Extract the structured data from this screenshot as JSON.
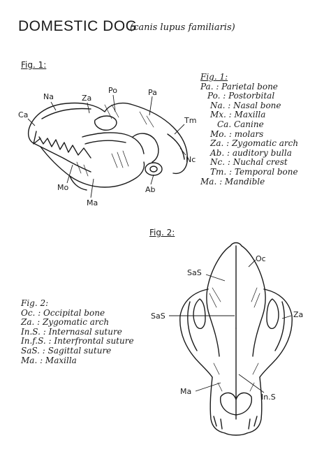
{
  "title": "DOMESTIC DOG",
  "subtitle": "(canis lupus familiaris)",
  "fig1": {
    "caption": "Fig. 1:",
    "labels": {
      "na": "Na",
      "za": "Za",
      "po": "Po",
      "pa": "Pa",
      "ca": "Ca",
      "tm": "Tm",
      "nc": "Nc",
      "mo": "Mo",
      "ma": "Ma",
      "ab": "Ab"
    },
    "legend_title": "Fig. 1:",
    "legend": [
      "Pa. : Parietal bone",
      "Po. : Postorbital",
      "Na. : Nasal bone",
      "Mx. : Maxilla",
      "Ca. Canine",
      "Mo. : molars",
      "Za. : Zygomatic arch",
      "Ab. : auditory bulla",
      "Nc. : Nuchal crest",
      "Tm. : Temporal bone",
      "Ma. : Mandible"
    ]
  },
  "fig2": {
    "caption": "Fig. 2:",
    "labels": {
      "oc": "Oc",
      "sas_top": "SaS",
      "sas_mid": "SaS",
      "za": "Za",
      "ma": "Ma",
      "ins": "In.S"
    },
    "legend_title": "Fig. 2:",
    "legend": [
      "Oc. : Occipital bone",
      "Za. : Zygomatic arch",
      "In.S. : Internasal suture",
      "In.f.S. : Interfrontal suture",
      "SaS. : Sagittal suture",
      "Ma. : Maxilla"
    ]
  }
}
